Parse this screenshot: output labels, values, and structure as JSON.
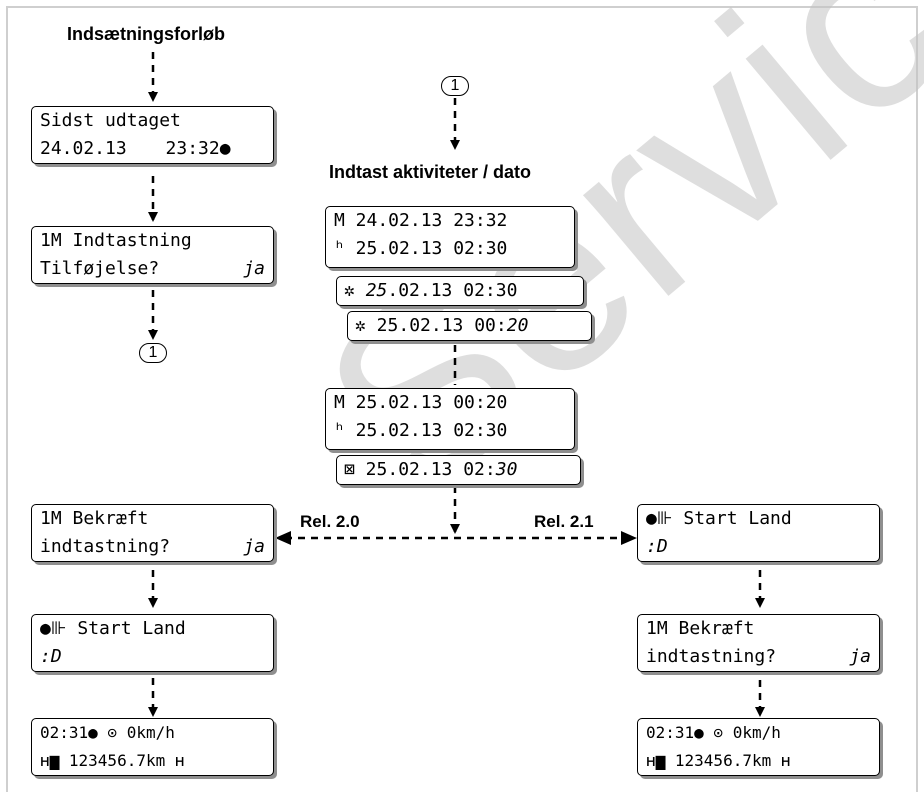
{
  "left_column": {
    "title": "Indsætningsforløb",
    "display1": {
      "line1": "Sidst udtaget",
      "line2_date": "24.02.13",
      "line2_time": "23:32●"
    },
    "display2": {
      "line1": "1M Indtastning",
      "line2": "Tilføjelse?",
      "line2_right": "ja"
    },
    "connector": "1"
  },
  "center_column": {
    "connector": "1",
    "title": "Indtast aktiviteter / dato",
    "stack1": [
      "M 24.02.13 23:32",
      "ʰ 25.02.13 02:30"
    ],
    "stack1_b": {
      "sym": "✲",
      "date_italic": "25",
      "rest": ".02.13 02:30"
    },
    "stack1_c": {
      "sym": "✲",
      "rest": " 25.02.13 00:",
      "min_italic": "20"
    },
    "stack2": [
      "M 25.02.13 00:20",
      "ʰ 25.02.13 02:30"
    ],
    "stack2_b": {
      "sym": "⊠",
      "rest": " 25.02.13 02:",
      "min_italic": "30"
    }
  },
  "branches": {
    "left_label": "Rel. 2.0",
    "right_label": "Rel. 2.1"
  },
  "left_branch": {
    "confirm": {
      "line1": "1M Bekræft",
      "line2": "indtastning?",
      "line2_right": "ja"
    },
    "start_land": {
      "line1": "●⊪ Start Land",
      "line2": ":D"
    },
    "standard": {
      "line1": "02:31● ⊙    0km/h",
      "line2": "ʜ▆ 123456.7km  ʜ"
    }
  },
  "right_branch": {
    "start_land": {
      "line1": "●⊪ Start Land",
      "line2": ":D"
    },
    "confirm": {
      "line1": "1M Bekræft",
      "line2": "indtastning?",
      "line2_right": "ja"
    },
    "standard": {
      "line1": "02:31● ⊙    0km/h",
      "line2": "ʜ▆ 123456.7km  ʜ"
    }
  },
  "watermark": "Service on"
}
